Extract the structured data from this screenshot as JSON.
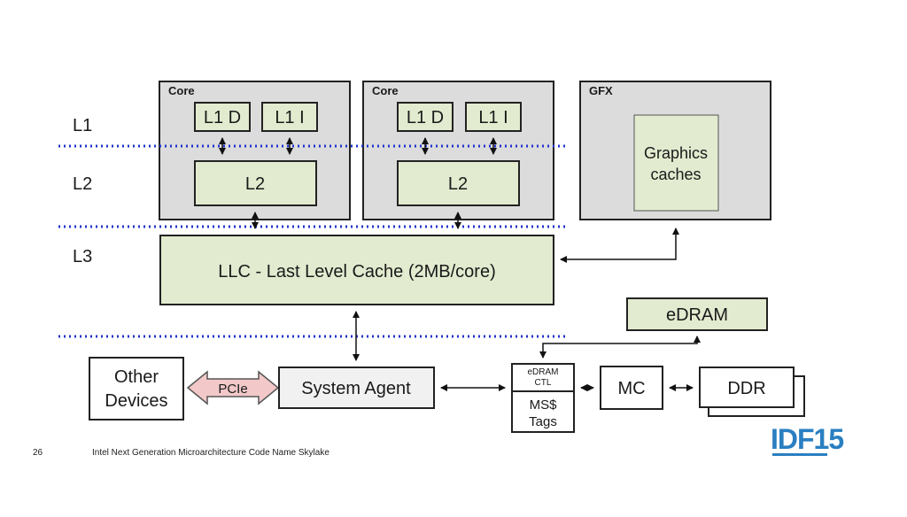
{
  "levels": {
    "l1": "L1",
    "l2": "L2",
    "l3": "L3"
  },
  "core1": {
    "title": "Core",
    "l1d": "L1 D",
    "l1i": "L1 I",
    "l2": "L2"
  },
  "core2": {
    "title": "Core",
    "l1d": "L1 D",
    "l1i": "L1 I",
    "l2": "L2"
  },
  "gfx": {
    "title": "GFX",
    "cache_line1": "Graphics",
    "cache_line2": "caches"
  },
  "llc": {
    "label": "LLC - Last Level Cache (2MB/core)"
  },
  "edram": {
    "label": "eDRAM"
  },
  "other_devices": {
    "line1": "Other",
    "line2": "Devices"
  },
  "pcie": {
    "label": "PCIe"
  },
  "system_agent": {
    "label": "System Agent"
  },
  "edram_ctl": {
    "line1": "eDRAM",
    "line2": "CTL",
    "line3": "MS$",
    "line4": "Tags"
  },
  "mc": {
    "label": "MC"
  },
  "ddr": {
    "label": "DDR"
  },
  "footer": {
    "page_number": "26",
    "caption": "Intel Next Generation Microarchitecture Code Name Skylake",
    "logo": "IDF15"
  },
  "colors": {
    "box_fill": "#e2ebcf",
    "core_fill": "#dcdcdc",
    "dotted_line": "#2233cc",
    "pcie_fill": "#f2c8c8",
    "logo": "#2a7fc1"
  }
}
